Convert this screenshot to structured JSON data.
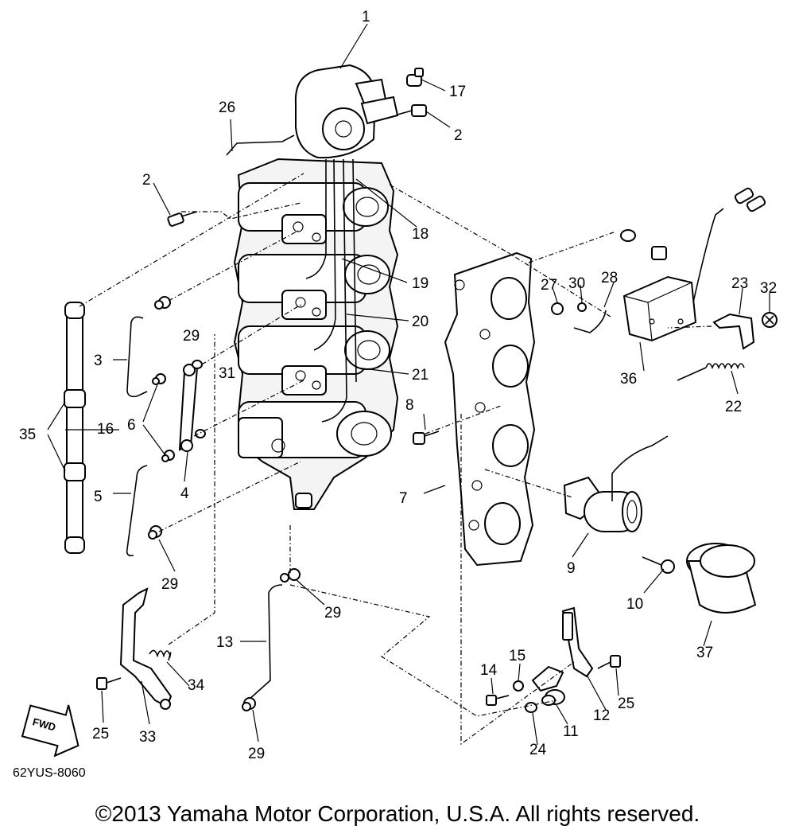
{
  "diagram": {
    "callouts": [
      "1",
      "2",
      "2",
      "3",
      "4",
      "5",
      "6",
      "7",
      "8",
      "9",
      "10",
      "11",
      "12",
      "13",
      "14",
      "15",
      "16",
      "17",
      "18",
      "19",
      "20",
      "21",
      "22",
      "23",
      "24",
      "25",
      "25",
      "26",
      "27",
      "28",
      "29",
      "29",
      "29",
      "29",
      "30",
      "31",
      "32",
      "33",
      "34",
      "35",
      "36",
      "37"
    ],
    "figure_code": "62YUS-8060",
    "fwd_label": "FWD",
    "copyright": "©2013 Yamaha Motor Corporation, U.S.A. All rights reserved."
  }
}
